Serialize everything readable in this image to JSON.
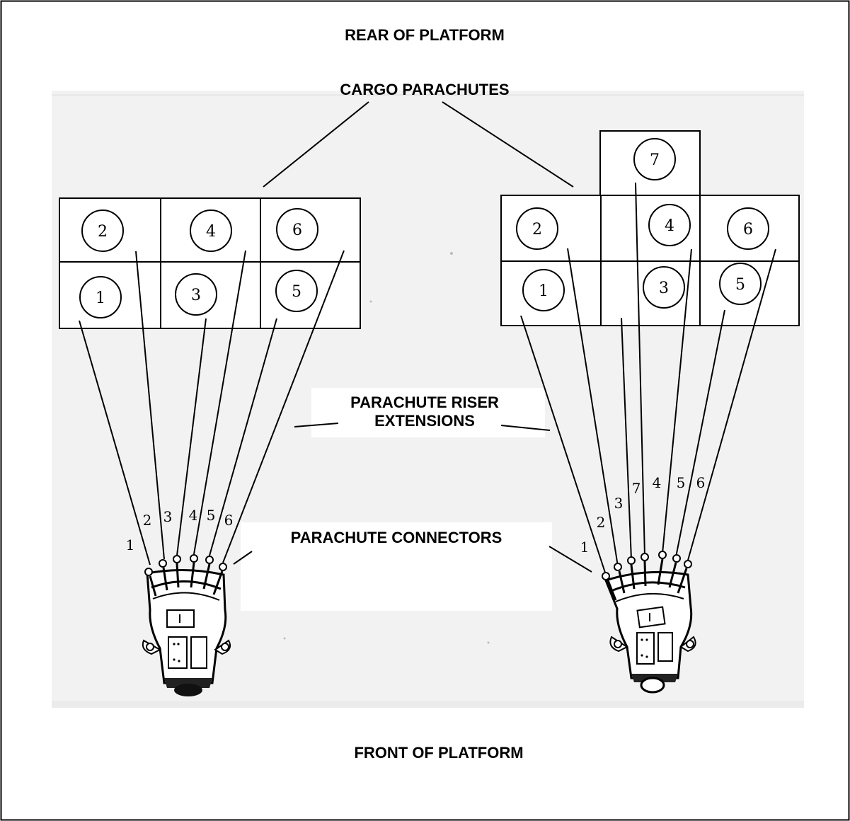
{
  "labels": {
    "rear": "REAR OF PLATFORM",
    "cargo_parachutes": "CARGO PARACHUTES",
    "riser_line1": "PARACHUTE RISER",
    "riser_line2": "EXTENSIONS",
    "connectors": "PARACHUTE CONNECTORS",
    "front": "FRONT OF PLATFORM"
  },
  "left_configuration": {
    "parachutes": [
      "1",
      "2",
      "3",
      "4",
      "5",
      "6"
    ],
    "riser_numbers": [
      "1",
      "2",
      "3",
      "4",
      "5",
      "6"
    ]
  },
  "right_configuration": {
    "parachutes": [
      "1",
      "2",
      "3",
      "4",
      "5",
      "6",
      "7"
    ],
    "riser_numbers": [
      "1",
      "2",
      "3",
      "7",
      "4",
      "5",
      "6"
    ]
  },
  "colors": {
    "ink": "#000000",
    "photo_background": "#f2f2f2",
    "connector_gray": "#555555"
  }
}
